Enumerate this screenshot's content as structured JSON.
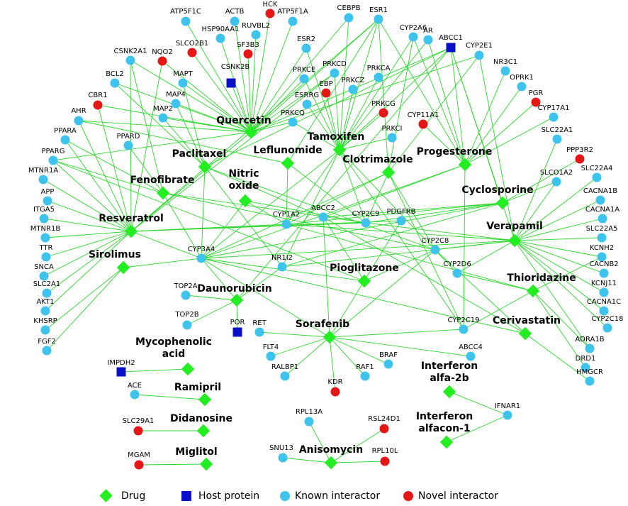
{
  "colors": {
    "drug": "#22ee22",
    "host_protein": "#0a10c8",
    "known_interactor": "#3ec3ec",
    "novel_interactor": "#e51616",
    "edge": "#2bd62b"
  },
  "legend": {
    "drug": "Drug",
    "host_protein": "Host protein",
    "known_interactor": "Known interactor",
    "novel_interactor": "Novel interactor"
  },
  "nodes": [
    {
      "id": "quercetin",
      "label": "Quercetin",
      "type": "drug"
    },
    {
      "id": "tamoxifen",
      "label": "Tamoxifen",
      "type": "drug"
    },
    {
      "id": "paclitaxel",
      "label": "Paclitaxel",
      "type": "drug"
    },
    {
      "id": "leflunomide",
      "label": "Leflunomide",
      "type": "drug"
    },
    {
      "id": "clotrimazole",
      "label": "Clotrimazole",
      "type": "drug"
    },
    {
      "id": "progesterone",
      "label": "Progesterone",
      "type": "drug"
    },
    {
      "id": "nitric_oxide",
      "label": [
        "Nitric",
        "oxide"
      ],
      "type": "drug"
    },
    {
      "id": "fenofibrate",
      "label": "Fenofibrate",
      "type": "drug"
    },
    {
      "id": "cyclosporine",
      "label": "Cyclosporine",
      "type": "drug"
    },
    {
      "id": "resveratrol",
      "label": "Resveratrol",
      "type": "drug"
    },
    {
      "id": "verapamil",
      "label": "Verapamil",
      "type": "drug"
    },
    {
      "id": "sirolimus",
      "label": "Sirolimus",
      "type": "drug"
    },
    {
      "id": "pioglitazone",
      "label": "Pioglitazone",
      "type": "drug"
    },
    {
      "id": "thioridazine",
      "label": "Thioridazine",
      "type": "drug"
    },
    {
      "id": "daunorubicin",
      "label": "Daunorubicin",
      "type": "drug"
    },
    {
      "id": "cerivastatin",
      "label": "Cerivastatin",
      "type": "drug"
    },
    {
      "id": "sorafenib",
      "label": "Sorafenib",
      "type": "drug"
    },
    {
      "id": "mycophenolic",
      "label": [
        "Mycophenolic",
        "acid"
      ],
      "type": "drug"
    },
    {
      "id": "interferon2b",
      "label": [
        "Interferon",
        "alfa-2b"
      ],
      "type": "drug"
    },
    {
      "id": "ramipril",
      "label": "Ramipril",
      "type": "drug"
    },
    {
      "id": "didanosine",
      "label": "Didanosine",
      "type": "drug"
    },
    {
      "id": "alfacon",
      "label": [
        "Interferon",
        "alfacon-1"
      ],
      "type": "drug"
    },
    {
      "id": "anisomycin",
      "label": "Anisomycin",
      "type": "drug"
    },
    {
      "id": "miglitol",
      "label": "Miglitol",
      "type": "drug"
    },
    {
      "id": "CSNK2B",
      "label": "CSNK2B",
      "type": "host_protein"
    },
    {
      "id": "ABCC1",
      "label": "ABCC1",
      "type": "host_protein"
    },
    {
      "id": "POR",
      "label": "POR",
      "type": "host_protein"
    },
    {
      "id": "IMPDH2",
      "label": "IMPDH2",
      "type": "host_protein"
    },
    {
      "id": "HCK",
      "label": "HCK",
      "type": "novel_interactor"
    },
    {
      "id": "SLCO2B1",
      "label": "SLCO2B1",
      "type": "novel_interactor"
    },
    {
      "id": "SF3B3",
      "label": "SF3B3",
      "type": "novel_interactor"
    },
    {
      "id": "NQO2",
      "label": "NQO2",
      "type": "novel_interactor"
    },
    {
      "id": "CBR1",
      "label": "CBR1",
      "type": "novel_interactor"
    },
    {
      "id": "EBP",
      "label": "EBP",
      "type": "novel_interactor"
    },
    {
      "id": "PRKCG",
      "label": "PRKCG",
      "type": "novel_interactor"
    },
    {
      "id": "CYP11A1",
      "label": "CYP11A1",
      "type": "novel_interactor"
    },
    {
      "id": "PGR",
      "label": "PGR",
      "type": "novel_interactor"
    },
    {
      "id": "PPP3R2",
      "label": "PPP3R2",
      "type": "novel_interactor"
    },
    {
      "id": "KDR",
      "label": "KDR",
      "type": "novel_interactor"
    },
    {
      "id": "SLC29A1",
      "label": "SLC29A1",
      "type": "novel_interactor"
    },
    {
      "id": "MGAM",
      "label": "MGAM",
      "type": "novel_interactor"
    },
    {
      "id": "RSL24D1",
      "label": "RSL24D1",
      "type": "novel_interactor"
    },
    {
      "id": "RPL10L",
      "label": "RPL10L",
      "type": "novel_interactor"
    },
    {
      "id": "ATP5F1C",
      "label": "ATP5F1C",
      "type": "known_interactor"
    },
    {
      "id": "ACTB",
      "label": "ACTB",
      "type": "known_interactor"
    },
    {
      "id": "ATP5F1A",
      "label": "ATP5F1A",
      "type": "known_interactor"
    },
    {
      "id": "CEBPB",
      "label": "CEBPB",
      "type": "known_interactor"
    },
    {
      "id": "ESR1",
      "label": "ESR1",
      "type": "known_interactor"
    },
    {
      "id": "HSP90AA1",
      "label": "HSP90AA1",
      "type": "known_interactor"
    },
    {
      "id": "RUVBL2",
      "label": "RUVBL2",
      "type": "known_interactor"
    },
    {
      "id": "CYP2A6",
      "label": "CYP2A6",
      "type": "known_interactor"
    },
    {
      "id": "AR",
      "label": "AR",
      "type": "known_interactor"
    },
    {
      "id": "CYP2E1",
      "label": "CYP2E1",
      "type": "known_interactor"
    },
    {
      "id": "ESR2",
      "label": "ESR2",
      "type": "known_interactor"
    },
    {
      "id": "CSNK2A1",
      "label": "CSNK2A1",
      "type": "known_interactor"
    },
    {
      "id": "NR3C1",
      "label": "NR3C1",
      "type": "known_interactor"
    },
    {
      "id": "BCL2",
      "label": "BCL2",
      "type": "known_interactor"
    },
    {
      "id": "MAPT",
      "label": "MAPT",
      "type": "known_interactor"
    },
    {
      "id": "PRKCD",
      "label": "PRKCD",
      "type": "known_interactor"
    },
    {
      "id": "PRKCE",
      "label": "PRKCE",
      "type": "known_interactor"
    },
    {
      "id": "PRKCA",
      "label": "PRKCA",
      "type": "known_interactor"
    },
    {
      "id": "OPRK1",
      "label": "OPRK1",
      "type": "known_interactor"
    },
    {
      "id": "PRKCZ",
      "label": "PRKCZ",
      "type": "known_interactor"
    },
    {
      "id": "MAP4",
      "label": "MAP4",
      "type": "known_interactor"
    },
    {
      "id": "ESRRG",
      "label": "ESRRG",
      "type": "known_interactor"
    },
    {
      "id": "CYP17A1",
      "label": "CYP17A1",
      "type": "known_interactor"
    },
    {
      "id": "MAP2",
      "label": "MAP2",
      "type": "known_interactor"
    },
    {
      "id": "PRKCQ",
      "label": "PRKCQ",
      "type": "known_interactor"
    },
    {
      "id": "AHR",
      "label": "AHR",
      "type": "known_interactor"
    },
    {
      "id": "SLC22A1",
      "label": "SLC22A1",
      "type": "known_interactor"
    },
    {
      "id": "PRKCI",
      "label": "PRKCI",
      "type": "known_interactor"
    },
    {
      "id": "PPARA",
      "label": "PPARA",
      "type": "known_interactor"
    },
    {
      "id": "PPARD",
      "label": "PPARD",
      "type": "known_interactor"
    },
    {
      "id": "PPARG",
      "label": "PPARG",
      "type": "known_interactor"
    },
    {
      "id": "SLC22A4",
      "label": "SLC22A4",
      "type": "known_interactor"
    },
    {
      "id": "MTNR1A",
      "label": "MTNR1A",
      "type": "known_interactor"
    },
    {
      "id": "SLCO1A2",
      "label": "SLCO1A2",
      "type": "known_interactor"
    },
    {
      "id": "APP",
      "label": "APP",
      "type": "known_interactor"
    },
    {
      "id": "CACNA1B",
      "label": "CACNA1B",
      "type": "known_interactor"
    },
    {
      "id": "ITGA5",
      "label": "ITGA5",
      "type": "known_interactor"
    },
    {
      "id": "CACNA1A",
      "label": "CACNA1A",
      "type": "known_interactor"
    },
    {
      "id": "CYP1A2",
      "label": "CYP1A2",
      "type": "known_interactor"
    },
    {
      "id": "ABCC2",
      "label": "ABCC2",
      "type": "known_interactor"
    },
    {
      "id": "CYP2C9",
      "label": "CYP2C9",
      "type": "known_interactor"
    },
    {
      "id": "PDGFRB",
      "label": "PDGFRB",
      "type": "known_interactor"
    },
    {
      "id": "MTNR1B",
      "label": "MTNR1B",
      "type": "known_interactor"
    },
    {
      "id": "SLC22A5",
      "label": "SLC22A5",
      "type": "known_interactor"
    },
    {
      "id": "TTR",
      "label": "TTR",
      "type": "known_interactor"
    },
    {
      "id": "KCNH2",
      "label": "KCNH2",
      "type": "known_interactor"
    },
    {
      "id": "CYP3A4",
      "label": "CYP3A4",
      "type": "known_interactor"
    },
    {
      "id": "CYP2C8",
      "label": "CYP2C8",
      "type": "known_interactor"
    },
    {
      "id": "NR1I2",
      "label": "NR1I2",
      "type": "known_interactor"
    },
    {
      "id": "SNCA",
      "label": "SNCA",
      "type": "known_interactor"
    },
    {
      "id": "CACNB2",
      "label": "CACNB2",
      "type": "known_interactor"
    },
    {
      "id": "CYP2D6",
      "label": "CYP2D6",
      "type": "known_interactor"
    },
    {
      "id": "KCNJ11",
      "label": "KCNJ11",
      "type": "known_interactor"
    },
    {
      "id": "SLC2A1",
      "label": "SLC2A1",
      "type": "known_interactor"
    },
    {
      "id": "TOP2A",
      "label": "TOP2A",
      "type": "known_interactor"
    },
    {
      "id": "AKT1",
      "label": "AKT1",
      "type": "known_interactor"
    },
    {
      "id": "CACNA1C",
      "label": "CACNA1C",
      "type": "known_interactor"
    },
    {
      "id": "TOP2B",
      "label": "TOP2B",
      "type": "known_interactor"
    },
    {
      "id": "CYP2C19",
      "label": "CYP2C19",
      "type": "known_interactor"
    },
    {
      "id": "CYP2C18",
      "label": "CYP2C18",
      "type": "known_interactor"
    },
    {
      "id": "KHSRP",
      "label": "KHSRP",
      "type": "known_interactor"
    },
    {
      "id": "RET",
      "label": "RET",
      "type": "known_interactor"
    },
    {
      "id": "ADRA1B",
      "label": "ADRA1B",
      "type": "known_interactor"
    },
    {
      "id": "ABCC4",
      "label": "ABCC4",
      "type": "known_interactor"
    },
    {
      "id": "FLT4",
      "label": "FLT4",
      "type": "known_interactor"
    },
    {
      "id": "FGF2",
      "label": "FGF2",
      "type": "known_interactor"
    },
    {
      "id": "DRD1",
      "label": "DRD1",
      "type": "known_interactor"
    },
    {
      "id": "BRAF",
      "label": "BRAF",
      "type": "known_interactor"
    },
    {
      "id": "HMGCR",
      "label": "HMGCR",
      "type": "known_interactor"
    },
    {
      "id": "RALBP1",
      "label": "RALBP1",
      "type": "known_interactor"
    },
    {
      "id": "RAF1",
      "label": "RAF1",
      "type": "known_interactor"
    },
    {
      "id": "ACE",
      "label": "ACE",
      "type": "known_interactor"
    },
    {
      "id": "IFNAR1",
      "label": "IFNAR1",
      "type": "known_interactor"
    },
    {
      "id": "RPL13A",
      "label": "RPL13A",
      "type": "known_interactor"
    },
    {
      "id": "SNU13",
      "label": "SNU13",
      "type": "known_interactor"
    }
  ],
  "edges": [
    [
      "quercetin",
      "ATP5F1C"
    ],
    [
      "quercetin",
      "ACTB"
    ],
    [
      "quercetin",
      "ATP5F1A"
    ],
    [
      "quercetin",
      "HCK"
    ],
    [
      "quercetin",
      "HSP90AA1"
    ],
    [
      "quercetin",
      "RUVBL2"
    ],
    [
      "quercetin",
      "SLCO2B1"
    ],
    [
      "quercetin",
      "SF3B3"
    ],
    [
      "quercetin",
      "CEBPB"
    ],
    [
      "quercetin",
      "NQO2"
    ],
    [
      "quercetin",
      "CSNK2A1"
    ],
    [
      "quercetin",
      "CSNK2B"
    ],
    [
      "quercetin",
      "ESR1"
    ],
    [
      "quercetin",
      "ESR2"
    ],
    [
      "quercetin",
      "CBR1"
    ],
    [
      "quercetin",
      "AHR"
    ],
    [
      "quercetin",
      "MAP4"
    ],
    [
      "quercetin",
      "MAP2"
    ],
    [
      "quercetin",
      "PRKCE"
    ],
    [
      "quercetin",
      "PRKCD"
    ],
    [
      "quercetin",
      "PRKCQ"
    ],
    [
      "quercetin",
      "ABCC1"
    ],
    [
      "quercetin",
      "CYP2E1"
    ],
    [
      "quercetin",
      "BCL2"
    ],
    [
      "quercetin",
      "PPARG"
    ],
    [
      "quercetin",
      "MAPT"
    ],
    [
      "quercetin",
      "resveratrol"
    ],
    [
      "tamoxifen",
      "ESR1"
    ],
    [
      "tamoxifen",
      "ESR2"
    ],
    [
      "tamoxifen",
      "CEBPB"
    ],
    [
      "tamoxifen",
      "PRKCD"
    ],
    [
      "tamoxifen",
      "PRKCE"
    ],
    [
      "tamoxifen",
      "PRKCA"
    ],
    [
      "tamoxifen",
      "PRKCZ"
    ],
    [
      "tamoxifen",
      "EBP"
    ],
    [
      "tamoxifen",
      "PRKCG"
    ],
    [
      "tamoxifen",
      "PRKCQ"
    ],
    [
      "tamoxifen",
      "PRKCI"
    ],
    [
      "tamoxifen",
      "ESRRG"
    ],
    [
      "tamoxifen",
      "CYP2A6"
    ],
    [
      "tamoxifen",
      "AR"
    ],
    [
      "tamoxifen",
      "CYP3A4"
    ],
    [
      "tamoxifen",
      "CYP2C9"
    ],
    [
      "tamoxifen",
      "CYP2D6"
    ],
    [
      "tamoxifen",
      "CYP1A2"
    ],
    [
      "tamoxifen",
      "ABCC1"
    ],
    [
      "tamoxifen",
      "NR1I2"
    ],
    [
      "tamoxifen",
      "CYP2C19"
    ],
    [
      "paclitaxel",
      "MAP4"
    ],
    [
      "paclitaxel",
      "MAP2"
    ],
    [
      "paclitaxel",
      "MAPT"
    ],
    [
      "paclitaxel",
      "BCL2"
    ],
    [
      "paclitaxel",
      "ABCC1"
    ],
    [
      "paclitaxel",
      "CYP3A4"
    ],
    [
      "paclitaxel",
      "CYP2C8"
    ],
    [
      "paclitaxel",
      "ABCC2"
    ],
    [
      "paclitaxel",
      "NR1I2"
    ],
    [
      "leflunomide",
      "CYP1A2"
    ],
    [
      "leflunomide",
      "AHR"
    ],
    [
      "leflunomide",
      "ESR1"
    ],
    [
      "leflunomide",
      "CYP2C9"
    ],
    [
      "clotrimazole",
      "CYP3A4"
    ],
    [
      "clotrimazole",
      "CYP2C9"
    ],
    [
      "clotrimazole",
      "CYP2E1"
    ],
    [
      "clotrimazole",
      "ESR1"
    ],
    [
      "clotrimazole",
      "CYP2C19"
    ],
    [
      "clotrimazole",
      "CYP1A2"
    ],
    [
      "clotrimazole",
      "CYP2C8"
    ],
    [
      "clotrimazole",
      "CYP2A6"
    ],
    [
      "progesterone",
      "PGR"
    ],
    [
      "progesterone",
      "AR"
    ],
    [
      "progesterone",
      "ESR1"
    ],
    [
      "progesterone",
      "CYP17A1"
    ],
    [
      "progesterone",
      "CYP11A1"
    ],
    [
      "progesterone",
      "NR3C1"
    ],
    [
      "progesterone",
      "OPRK1"
    ],
    [
      "progesterone",
      "CYP2C19"
    ],
    [
      "progesterone",
      "CYP3A4"
    ],
    [
      "progesterone",
      "ABCC1"
    ],
    [
      "progesterone",
      "CYP2A6"
    ],
    [
      "progesterone",
      "ABCC2"
    ],
    [
      "nitric_oxide",
      "CYP1A2"
    ],
    [
      "nitric_oxide",
      "CYP2C9"
    ],
    [
      "nitric_oxide",
      "CYP3A4"
    ],
    [
      "fenofibrate",
      "PPARA"
    ],
    [
      "fenofibrate",
      "PPARD"
    ],
    [
      "fenofibrate",
      "PPARG"
    ],
    [
      "fenofibrate",
      "CYP2C8"
    ],
    [
      "fenofibrate",
      "CYP2C9"
    ],
    [
      "fenofibrate",
      "CYP3A4"
    ],
    [
      "fenofibrate",
      "CSNK2A1"
    ],
    [
      "cyclosporine",
      "ABCC1"
    ],
    [
      "cyclosporine",
      "ABCC2"
    ],
    [
      "cyclosporine",
      "CYP3A4"
    ],
    [
      "cyclosporine",
      "SLCO1A2"
    ],
    [
      "cyclosporine",
      "PPP3R2"
    ],
    [
      "cyclosporine",
      "NR1I2"
    ],
    [
      "cyclosporine",
      "CYP2C9"
    ],
    [
      "cyclosporine",
      "CYP1A2"
    ],
    [
      "resveratrol",
      "AHR"
    ],
    [
      "resveratrol",
      "PPARA"
    ],
    [
      "resveratrol",
      "PPARG"
    ],
    [
      "resveratrol",
      "MTNR1A"
    ],
    [
      "resveratrol",
      "APP"
    ],
    [
      "resveratrol",
      "ITGA5"
    ],
    [
      "resveratrol",
      "MTNR1B"
    ],
    [
      "resveratrol",
      "TTR"
    ],
    [
      "resveratrol",
      "SNCA"
    ],
    [
      "resveratrol",
      "SLC2A1"
    ],
    [
      "resveratrol",
      "AKT1"
    ],
    [
      "resveratrol",
      "CBR1"
    ],
    [
      "resveratrol",
      "ESR1"
    ],
    [
      "resveratrol",
      "NQO2"
    ],
    [
      "resveratrol",
      "CSNK2A1"
    ],
    [
      "resveratrol",
      "CYP1A2"
    ],
    [
      "resveratrol",
      "CYP3A4"
    ],
    [
      "resveratrol",
      "PDGFRB"
    ],
    [
      "resveratrol",
      "CYP2C9"
    ],
    [
      "resveratrol",
      "PRKCD"
    ],
    [
      "verapamil",
      "SLC22A1"
    ],
    [
      "verapamil",
      "SLC22A4"
    ],
    [
      "verapamil",
      "CACNA1B"
    ],
    [
      "verapamil",
      "CACNA1A"
    ],
    [
      "verapamil",
      "SLC22A5"
    ],
    [
      "verapamil",
      "KCNH2"
    ],
    [
      "verapamil",
      "CACNB2"
    ],
    [
      "verapamil",
      "KCNJ11"
    ],
    [
      "verapamil",
      "CACNA1C"
    ],
    [
      "verapamil",
      "CYP2C18"
    ],
    [
      "verapamil",
      "ADRA1B"
    ],
    [
      "verapamil",
      "CYP3A4"
    ],
    [
      "verapamil",
      "CYP1A2"
    ],
    [
      "verapamil",
      "ABCC1"
    ],
    [
      "verapamil",
      "CYP2C9"
    ],
    [
      "verapamil",
      "SLCO1A2"
    ],
    [
      "verapamil",
      "CYP2E1"
    ],
    [
      "verapamil",
      "CYP2C8"
    ],
    [
      "verapamil",
      "CYP2D6"
    ],
    [
      "verapamil",
      "NR1I2"
    ],
    [
      "sirolimus",
      "CYP3A4"
    ],
    [
      "sirolimus",
      "FGF2"
    ],
    [
      "sirolimus",
      "KHSRP"
    ],
    [
      "pioglitazone",
      "PPARG"
    ],
    [
      "pioglitazone",
      "CYP2C8"
    ],
    [
      "pioglitazone",
      "CYP3A4"
    ],
    [
      "pioglitazone",
      "ABCC2"
    ],
    [
      "thioridazine",
      "CYP2D6"
    ],
    [
      "thioridazine",
      "KCNH2"
    ],
    [
      "thioridazine",
      "DRD1"
    ],
    [
      "thioridazine",
      "ADRA1B"
    ],
    [
      "thioridazine",
      "CYP1A2"
    ],
    [
      "thioridazine",
      "CYP2C19"
    ],
    [
      "daunorubicin",
      "TOP2A"
    ],
    [
      "daunorubicin",
      "TOP2B"
    ],
    [
      "daunorubicin",
      "POR"
    ],
    [
      "daunorubicin",
      "CYP3A4"
    ],
    [
      "daunorubicin",
      "ABCC1"
    ],
    [
      "daunorubicin",
      "NR1I2"
    ],
    [
      "cerivastatin",
      "HMGCR"
    ],
    [
      "cerivastatin",
      "CYP3A4"
    ],
    [
      "cerivastatin",
      "CYP2C8"
    ],
    [
      "cerivastatin",
      "ABCC2"
    ],
    [
      "sorafenib",
      "RET"
    ],
    [
      "sorafenib",
      "FLT4"
    ],
    [
      "sorafenib",
      "BRAF"
    ],
    [
      "sorafenib",
      "RALBP1"
    ],
    [
      "sorafenib",
      "KDR"
    ],
    [
      "sorafenib",
      "RAF1"
    ],
    [
      "sorafenib",
      "PDGFRB"
    ],
    [
      "sorafenib",
      "ABCC4"
    ],
    [
      "sorafenib",
      "CYP3A4"
    ],
    [
      "sorafenib",
      "CYP2C8"
    ],
    [
      "sorafenib",
      "ABCC2"
    ],
    [
      "sorafenib",
      "CYP2C19"
    ],
    [
      "mycophenolic",
      "IMPDH2"
    ],
    [
      "ramipril",
      "ACE"
    ],
    [
      "didanosine",
      "SLC29A1"
    ],
    [
      "miglitol",
      "MGAM"
    ],
    [
      "interferon2b",
      "IFNAR1"
    ],
    [
      "alfacon",
      "IFNAR1"
    ],
    [
      "anisomycin",
      "RPL13A"
    ],
    [
      "anisomycin",
      "SNU13"
    ],
    [
      "anisomycin",
      "RSL24D1"
    ],
    [
      "anisomycin",
      "RPL10L"
    ]
  ]
}
